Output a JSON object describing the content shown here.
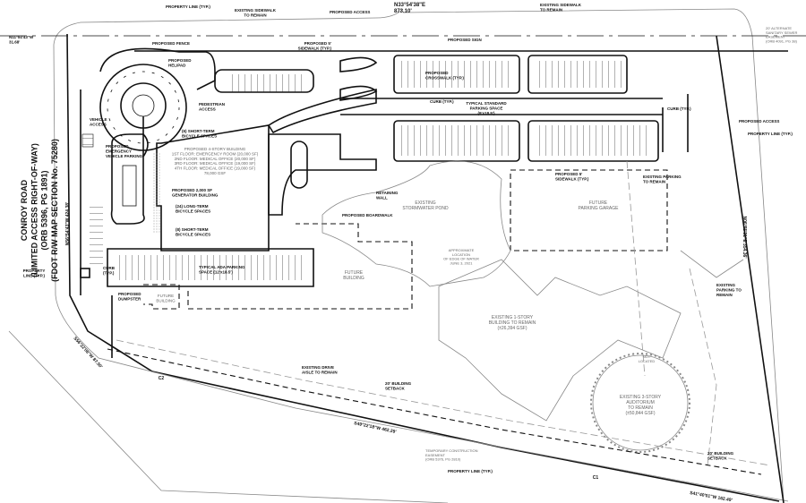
{
  "title": "Site Plan",
  "colors": {
    "linework": "#111111",
    "existing": "#888888",
    "background": "#ffffff"
  },
  "labels": {
    "property_line_n": [
      "PROPERTY LINE (TYP.)"
    ],
    "existing_sidewalk_1": [
      "EXISTING SIDEWALK",
      "TO REMAIN"
    ],
    "proposed_access_n": [
      "PROPOSED ACCESS"
    ],
    "bearing_n": [
      "N33°54'38\"E",
      "873.10'"
    ],
    "existing_sidewalk_2": [
      "EXISTING SIDEWALK",
      "TO REMAIN"
    ],
    "bearing_nw": [
      "N11°04'43\"W",
      "31.68'"
    ],
    "proposed_fence": [
      "PROPOSED FENCE"
    ],
    "proposed_sidewalk_n": [
      "PROPOSED 5'",
      "SIDEWALK (TYP.)"
    ],
    "proposed_sign": [
      "PROPOSED SIGN"
    ],
    "sewer_easement": [
      "20' ALTERNATE",
      "SANITARY SEWER",
      "EASEMENT",
      "(ORB 4091, PG 38)"
    ],
    "helipad": [
      "PROPOSED",
      "HELIPAD"
    ],
    "pedestrian_access": [
      "PEDESTRIAN",
      "ACCESS"
    ],
    "vehicle_access": [
      "VEHICLE",
      "ACCESS"
    ],
    "bike_short_6": [
      "(6) SHORT-TERM",
      "BICYCLE SPACES"
    ],
    "emergency_parking": [
      "PROPOSED",
      "EMERGENCY",
      "VEHICLE PARKING"
    ],
    "building": [
      "PROPOSED 4-STORY BUILDING",
      "1ST FLOOR: EMERGENCY ROOM (20,000 SF)",
      "2ND FLOOR: MEDICAL OFFICE (20,000 SF)",
      "3RD FLOOR: MEDICAL OFFICE (19,000 SF)",
      "4TH FLOOR: MEDICAL OFFICE (19,000 SF)",
      "78,000 GSF"
    ],
    "generator": [
      "PROPOSED 2,000 SF",
      "GENERATOR BUILDING"
    ],
    "bike_long_24": [
      "(24) LONG-TERM",
      "BICYCLE SPACES"
    ],
    "bike_short_8": [
      "(8) SHORT-TERM",
      "BICYCLE SPACES"
    ],
    "crosswalk": [
      "PROPOSED",
      "CROSSWALK (TYP.)"
    ],
    "standard_space": [
      "TYPICAL STANDARD",
      "PARKING SPACE",
      "(9'x18.5')"
    ],
    "curb_1": [
      "CURB (TYP.)"
    ],
    "curb_2": [
      "CURB (TYP.)"
    ],
    "proposed_access_e": [
      "PROPOSED ACCESS"
    ],
    "property_line_e": [
      "PROPERTY LINE (TYP.)"
    ],
    "retaining_wall": [
      "RETAINING",
      "WALL"
    ],
    "boardwalk": [
      "PROPOSED BOARDWALK"
    ],
    "pond": [
      "EXISTING",
      "STORMWATER POND"
    ],
    "sidewalk_garage": [
      "PROPOSED 5'",
      "SIDEWALK (TYP.)"
    ],
    "existing_parking_1": [
      "EXISTING PARKING",
      "TO REMAIN"
    ],
    "parking_garage": [
      "FUTURE",
      "PARKING GARAGE"
    ],
    "edge_water": [
      "APPROXIMATE",
      "LOCATION",
      "OF EDGE OF WATER",
      "JUNE 3, 2021"
    ],
    "future_building_1": [
      "FUTURE",
      "BUILDING"
    ],
    "property_line_w": [
      "PROPERTY",
      "LINE (TYP.)"
    ],
    "curb_3": [
      "CURB",
      "(TYP.)"
    ],
    "ada_space": [
      "TYPICAL ADA PARKING",
      "SPACE (12'x18.5')"
    ],
    "dumpster": [
      "PROPOSED",
      "DUMPSTER"
    ],
    "future_building_2": [
      "FUTURE",
      "BUILDING"
    ],
    "existing_parking_2": [
      "EXISTING",
      "PARKING TO",
      "REMAIN"
    ],
    "existing_1story": [
      "EXISTING 1-STORY",
      "BUILDING TO REMAIN",
      "(±26,394 GSF)"
    ],
    "auditorium": [
      "EXISTING 3-STORY",
      "AUDITORIUM",
      "TO REMAIN",
      "(±50,844 GSF)"
    ],
    "not_located": [
      "NOT",
      "LOCATED"
    ],
    "drive_aisle": [
      "EXISTING DRIVE",
      "AISLE TO REMAIN"
    ],
    "setback_1": [
      "20' BUILDING",
      "SETBACK"
    ],
    "setback_2": [
      "20' BUILDING",
      "SETBACK"
    ],
    "bearing_s1": [
      "S49°22'18\"W  462.29'"
    ],
    "bearing_s2": [
      "S56°22'08\"W  87.50'"
    ],
    "bearing_s3": [
      "S41°40'01\"W  162.49'"
    ],
    "bearing_w": [
      "N56°54'43\"W  424.38'"
    ],
    "bearing_e": [
      "N06°55'31\"E  354.36'"
    ],
    "temp_easement": [
      "TEMPORARY CONSTRUCTION",
      "EASEMENT",
      "(ORB 5376, PG 2810)"
    ],
    "property_line_s": [
      "PROPERTY LINE (TYP.)"
    ],
    "curve_c1": [
      "C1"
    ],
    "curve_c2": [
      "C2"
    ],
    "road": [
      "CONROY ROAD",
      "(LIMITED ACCESS RIGHT-OF-WAY)",
      "(ORB 5396, PG 1891)",
      "(FDOT R/W MAP SECTION No. 75280)"
    ]
  }
}
